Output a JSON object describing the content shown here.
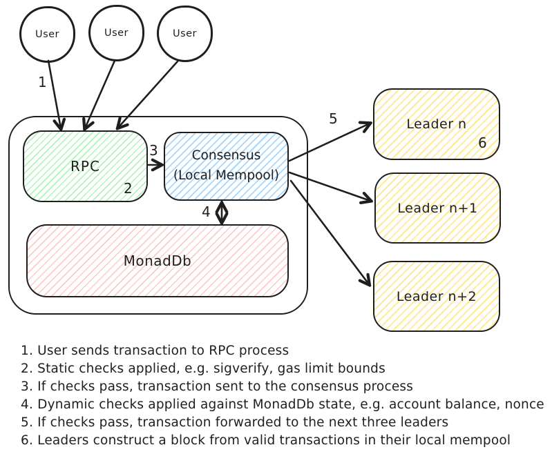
{
  "colors": {
    "stroke": "#1e1e1e",
    "hatch-green": "#b2f2bb",
    "hatch-blue": "#a5d8ff",
    "hatch-red": "#ffc9c9",
    "hatch-yellow": "#ffe999"
  },
  "diagram": {
    "users": [
      {
        "label": "User"
      },
      {
        "label": "User"
      },
      {
        "label": "User"
      }
    ],
    "nodes": {
      "rpc": {
        "label": "RPC"
      },
      "consensus": {
        "line1": "Consensus",
        "line2": "(Local Mempool)"
      },
      "monaddb": {
        "label": "MonadDb"
      },
      "leader_n": {
        "label": "Leader n"
      },
      "leader_n1": {
        "label": "Leader n+1"
      },
      "leader_n2": {
        "label": "Leader n+2"
      }
    },
    "step_markers": {
      "s1": "1",
      "s2": "2",
      "s3": "3",
      "s4": "4",
      "s5": "5",
      "s6": "6"
    }
  },
  "legend": {
    "steps": [
      "1. User sends transaction to RPC process",
      "2. Static checks applied, e.g. sigverify, gas limit bounds",
      "3. If checks pass, transaction sent to the consensus process",
      "4. Dynamic checks applied against MonadDb state, e.g. account balance, nonce",
      "5. If checks pass, transaction forwarded to the next three leaders",
      "6. Leaders construct a block from valid transactions in their local mempool"
    ]
  }
}
